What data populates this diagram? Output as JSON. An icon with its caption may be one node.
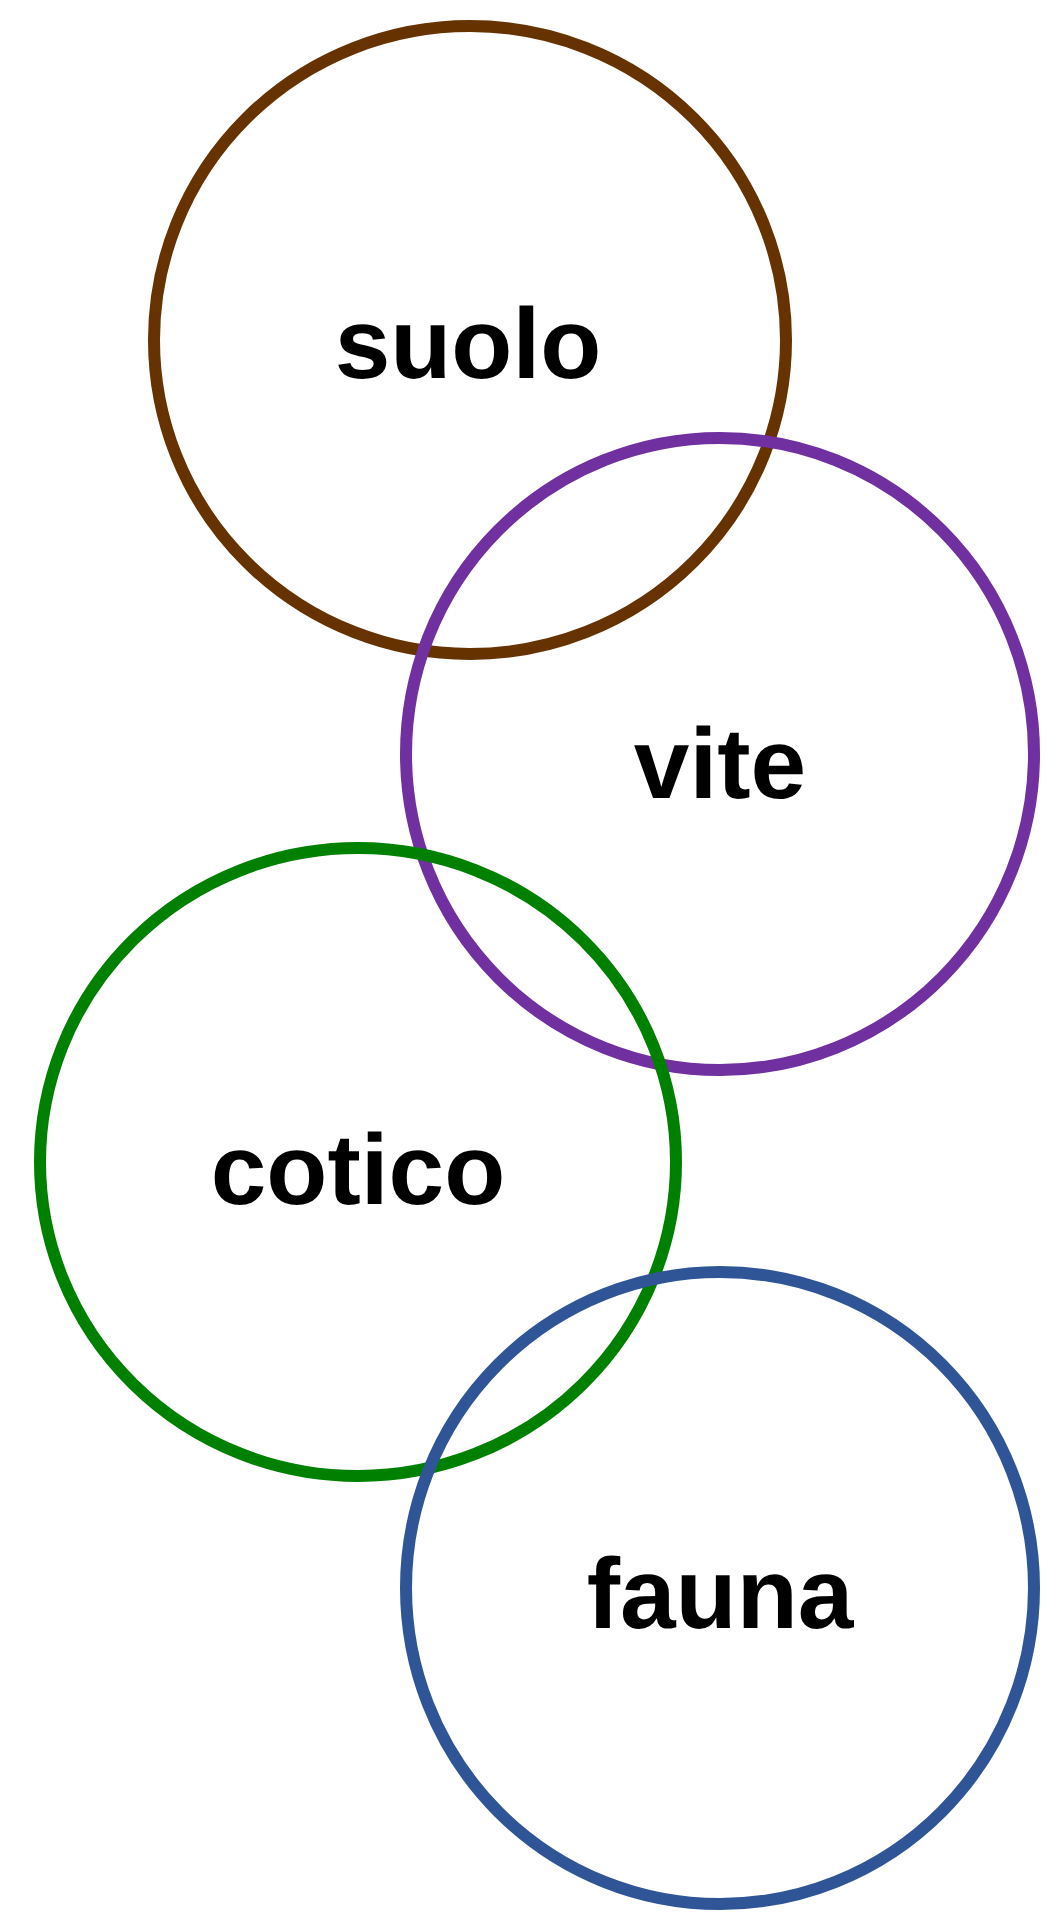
{
  "diagram": {
    "nodes": [
      {
        "text": [
          "suolo"
        ]
      },
      {
        "text": [
          "vite"
        ]
      },
      {
        "text": [
          "cotico"
        ]
      },
      {
        "text": [
          "fauna"
        ]
      }
    ]
  }
}
